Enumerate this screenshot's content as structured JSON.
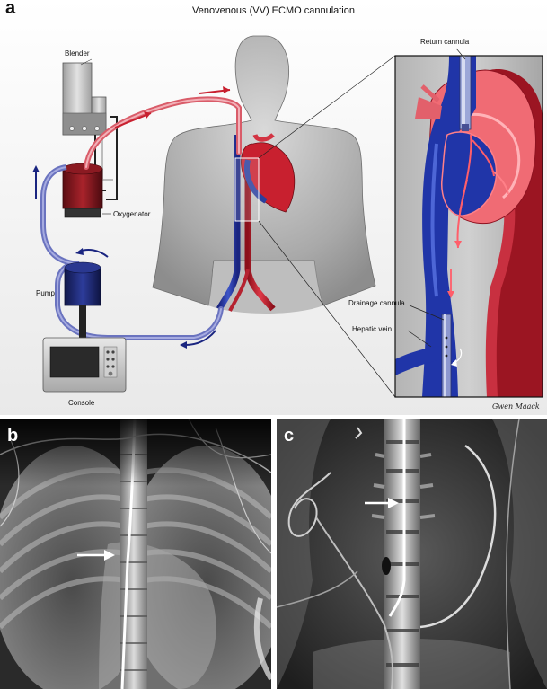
{
  "panel_a": {
    "letter": "a",
    "title": "Venovenous (VV) ECMO cannulation",
    "labels": {
      "blender": "Blender",
      "oxygenator": "Oxygenator",
      "pump": "Pump",
      "console": "Console",
      "return_cannula": "Return cannula",
      "drainage_cannula": "Drainage cannula",
      "hepatic_vein": "Hepatic vein"
    },
    "signature": "Gwen Maack"
  },
  "panel_b": {
    "letter": "b"
  },
  "panel_c": {
    "letter": "c"
  },
  "colors": {
    "venous_blue": "#2b3f9e",
    "arterial_red": "#d9263a",
    "tube_blue": "#7a83c9",
    "tube_red": "#e2707c"
  }
}
